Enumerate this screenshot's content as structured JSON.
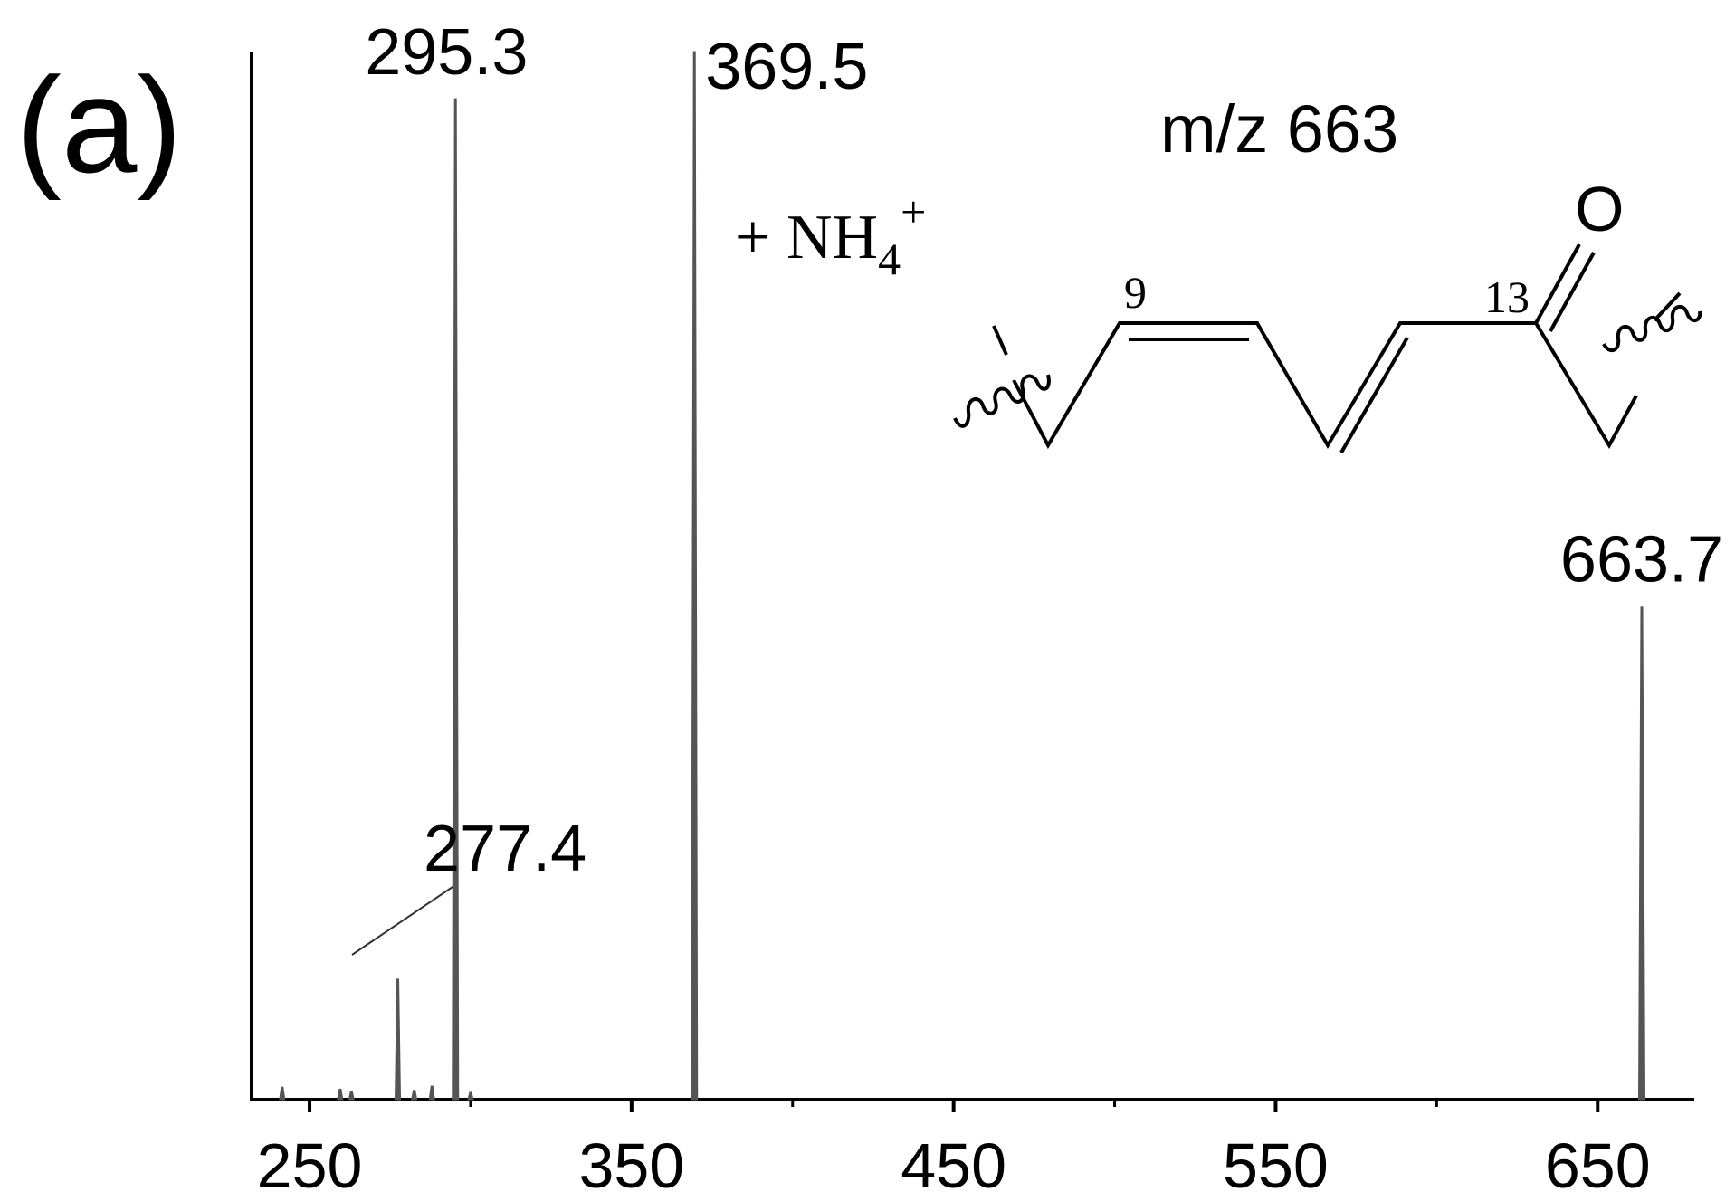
{
  "panel_label": "(a)",
  "precursor_label": "m/z 663",
  "adduct": {
    "text": "+ NH",
    "subscript": "4",
    "superscript": "+"
  },
  "structure": {
    "oxygen_label": "O",
    "carbon_9_label": "9",
    "carbon_13_label": "13"
  },
  "colors": {
    "trace": "#555555",
    "axis": "#000000"
  },
  "chart_data": {
    "type": "line",
    "title": "",
    "xlabel": "",
    "ylabel": "",
    "xlim": [
      232,
      680
    ],
    "ylim": [
      0,
      100
    ],
    "xticks_major": [
      250,
      350,
      450,
      550,
      650
    ],
    "xticks_minor": [
      300,
      400,
      500,
      600
    ],
    "grid": false,
    "peaks": [
      {
        "mz": 241.5,
        "intensity": 1.2
      },
      {
        "mz": 259.5,
        "intensity": 1.0
      },
      {
        "mz": 263.0,
        "intensity": 0.8
      },
      {
        "mz": 277.4,
        "intensity": 11.5,
        "label": "277.4"
      },
      {
        "mz": 282.5,
        "intensity": 0.9
      },
      {
        "mz": 288.0,
        "intensity": 1.3
      },
      {
        "mz": 295.3,
        "intensity": 95.5,
        "label": "295.3"
      },
      {
        "mz": 300.0,
        "intensity": 0.7
      },
      {
        "mz": 369.5,
        "intensity": 100,
        "label": "369.5"
      },
      {
        "mz": 663.7,
        "intensity": 47,
        "label": "663.7"
      }
    ]
  }
}
